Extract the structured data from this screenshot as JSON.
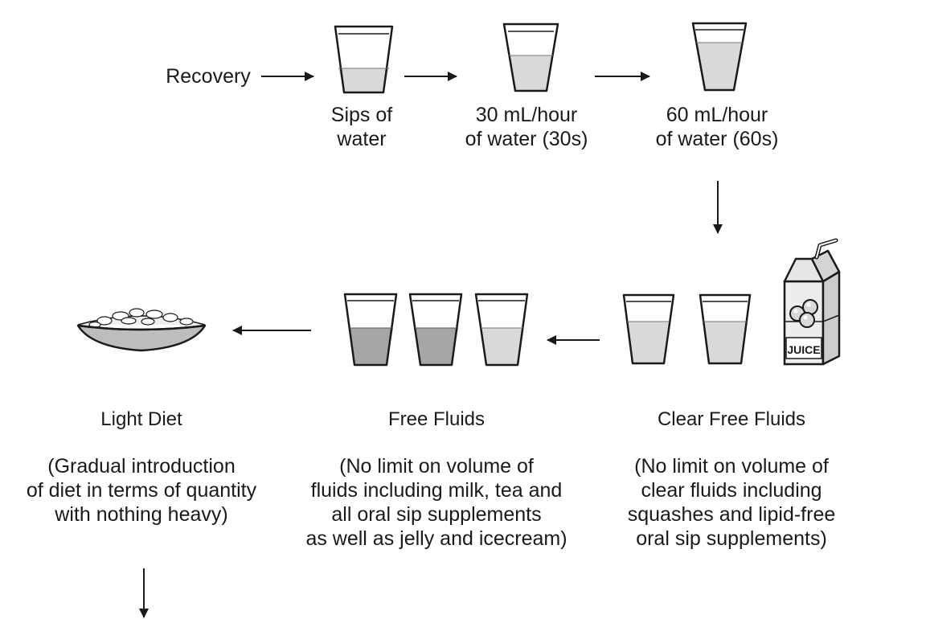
{
  "start_label": "Recovery",
  "stages": {
    "sips": {
      "line1": "Sips of",
      "line2": "water"
    },
    "ml30": {
      "line1": "30 mL/hour",
      "line2": "of water (30s)"
    },
    "ml60": {
      "line1": "60 mL/hour",
      "line2": "of water (60s)"
    },
    "clear": {
      "title": "Clear Free Fluids",
      "lines": [
        "(No limit on volume of",
        "clear fluids including",
        "squashes and lipid-free",
        "oral sip supplements)"
      ]
    },
    "free": {
      "title": "Free Fluids",
      "lines": [
        "(No limit on volume of",
        "fluids including milk, tea and",
        "all oral sip supplements",
        "as well as jelly and icecream)"
      ]
    },
    "light": {
      "title": "Light Diet",
      "lines": [
        "(Gradual introduction",
        "of diet in terms of quantity",
        "with nothing heavy)"
      ]
    }
  },
  "juice_label": "JUICE",
  "colors": {
    "stroke": "#1a1a1a",
    "liquid_light": "#d9d9d9",
    "liquid_dark": "#a6a6a6",
    "carton": "#ededed"
  }
}
